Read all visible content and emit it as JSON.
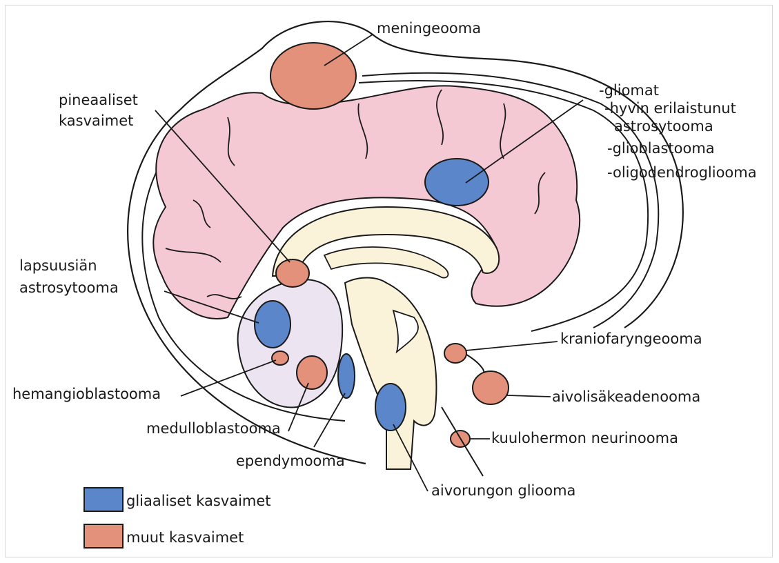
{
  "labels": {
    "meningeooma": "meningeooma",
    "pineaaliset_1": "pineaaliset",
    "pineaaliset_2": "kasvaimet",
    "gliomat_1": "-gliomat",
    "gliomat_2": "-hyvin erilaistunut",
    "gliomat_3": "astrosytooma",
    "gliomat_4": "-glioblastooma",
    "gliomat_5": "-oligodendrogliooma",
    "lapsuusian_1": "lapsuusiän",
    "lapsuusian_2": "astrosytooma",
    "kraniofaryngeooma": "kraniofaryngeooma",
    "hemangioblastooma": "hemangioblastooma",
    "aivolisakeadenooma": "aivolisäkeadenooma",
    "medulloblastooma": "medulloblastooma",
    "kuulohermon": "kuulohermon neurinooma",
    "ependymooma": "ependymooma",
    "aivorungon": "aivorungon gliooma"
  },
  "legend": [
    {
      "label": "gliaaliset kasvaimet",
      "color": "#5b86c9"
    },
    {
      "label": "muut kasvaimet",
      "color": "#e4917b"
    }
  ],
  "colors": {
    "cortex_fill": "#f4c9d4",
    "glial_tumor": "#5b86c9",
    "other_tumor": "#e4917b",
    "brainstem_fill": "#fbf2da",
    "ink": "#1a1a1a"
  }
}
